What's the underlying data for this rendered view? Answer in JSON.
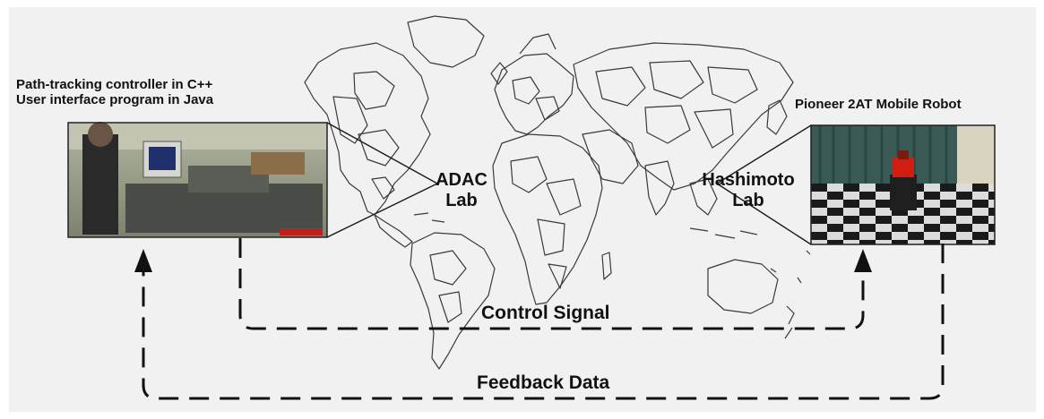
{
  "left_station": {
    "line1": "Path-tracking controller in C++",
    "line2": "User interface program in Java"
  },
  "right_station": {
    "caption": "Pioneer 2AT Mobile Robot"
  },
  "map": {
    "left_lab_line1": "ADAC",
    "left_lab_line2": "Lab",
    "right_lab_line1": "Hashimoto",
    "right_lab_line2": "Lab"
  },
  "links": {
    "control_label": "Control Signal",
    "feedback_label": "Feedback Data"
  },
  "colors": {
    "panel_background": "#f1f1f1",
    "line_color": "#111111",
    "robot_red": "#d21e12",
    "curtain_green": "#3a5a55"
  },
  "icons": {
    "left_photo": "operator-at-workstation-photo",
    "right_photo": "mobile-robot-on-checkered-floor-photo",
    "map": "world-map-outline"
  }
}
